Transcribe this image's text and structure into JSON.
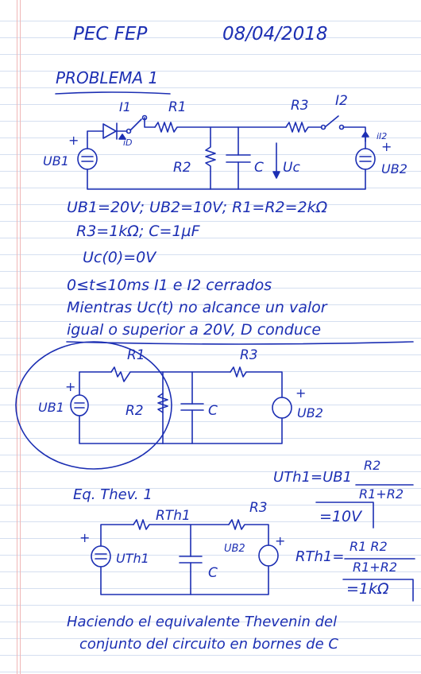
{
  "header": {
    "course": "PEC FEP",
    "date": "08/04/2018"
  },
  "problem_title": "PROBLEMA 1",
  "circuit1": {
    "source_left": "UB1",
    "source_right": "UB2",
    "resistors": [
      "R1",
      "R2",
      "R3"
    ],
    "capacitor": "C",
    "cap_voltage": "Uc",
    "switches": [
      "I1",
      "I2"
    ],
    "diode": "D",
    "current_left": "iD",
    "current_right": "iI2",
    "plus": "+"
  },
  "givens": {
    "line1": "UB1=20V; UB2=10V; R1=R2=2kΩ",
    "line2": "R3=1kΩ; C=1µF",
    "line3": "Uc(0)=0V"
  },
  "interval": {
    "line1": "0≤t≤10ms I1 e I2 cerrados",
    "line2": "Mientras Uc(t) no alcance un valor",
    "line3": "igual o superior a 20V, D conduce"
  },
  "circuit2": {
    "source_left": "UB1",
    "source_right": "UB2",
    "r1": "R1",
    "r2": "R2",
    "r3": "R3",
    "c": "C",
    "plus": "+"
  },
  "thevenin": {
    "title": "Eq. Thev. 1",
    "uth_formula_lhs": "UTh1=UB1",
    "uth_num": "R2",
    "uth_den": "R1+R2",
    "uth_result": "=10V",
    "rth_lhs": "RTh1=",
    "rth_num": "R1 R2",
    "rth_den": "R1+R2",
    "rth_result": "=1kΩ"
  },
  "circuit3": {
    "source_left": "UTh1",
    "source_right": "UB2",
    "rth": "RTh1",
    "r3": "R3",
    "c": "C",
    "plus": "+"
  },
  "footer": {
    "line1": "Haciendo el equivalente Thevenin del",
    "line2": "conjunto del circuito en bornes de C"
  }
}
